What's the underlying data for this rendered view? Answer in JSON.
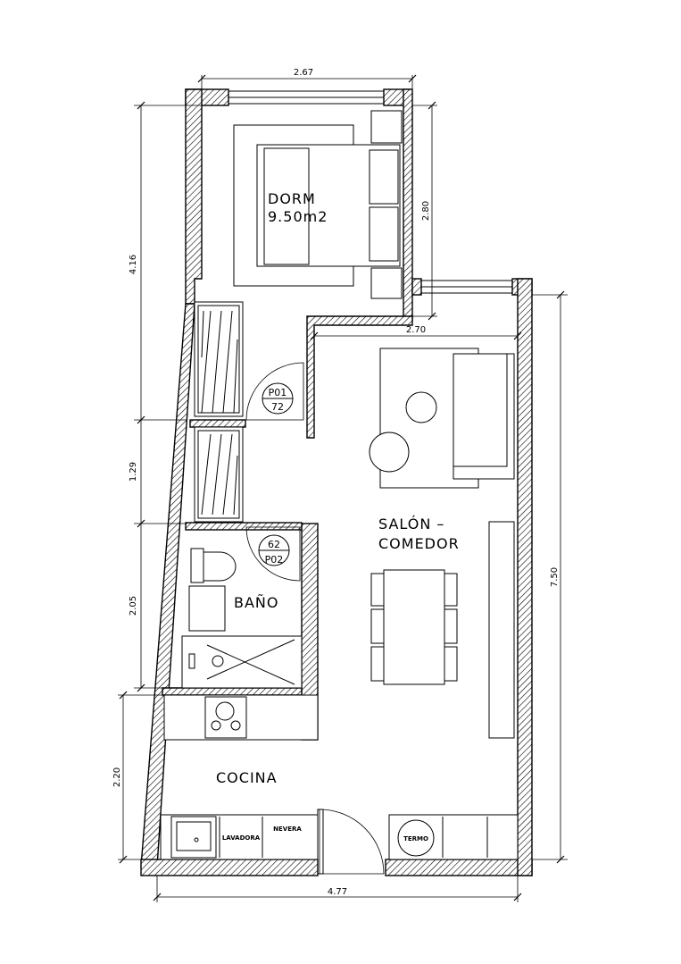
{
  "rooms": {
    "dorm": {
      "name": "DORM",
      "area": "9.50m2"
    },
    "salon": {
      "line1": "SALÓN –",
      "line2": "COMEDOR"
    },
    "bano": {
      "name": "BAÑO"
    },
    "cocina": {
      "name": "COCINA"
    }
  },
  "door_tags": {
    "p01": {
      "top": "P01",
      "bottom": "72"
    },
    "p02": {
      "top": "62",
      "bottom": "P02"
    }
  },
  "appliances": {
    "lavadora": "LAVADORA",
    "nevera": "NEVERA",
    "termo": "TERMO"
  },
  "dimensions": {
    "top_width": "2.67",
    "dorm_depth": "2.80",
    "left_upper": "4.16",
    "salon_width": "2.70",
    "right_height": "7.50",
    "left_mid": "1.29",
    "left_bano": "2.05",
    "left_cocina": "2.20",
    "bottom_width": "4.77"
  }
}
